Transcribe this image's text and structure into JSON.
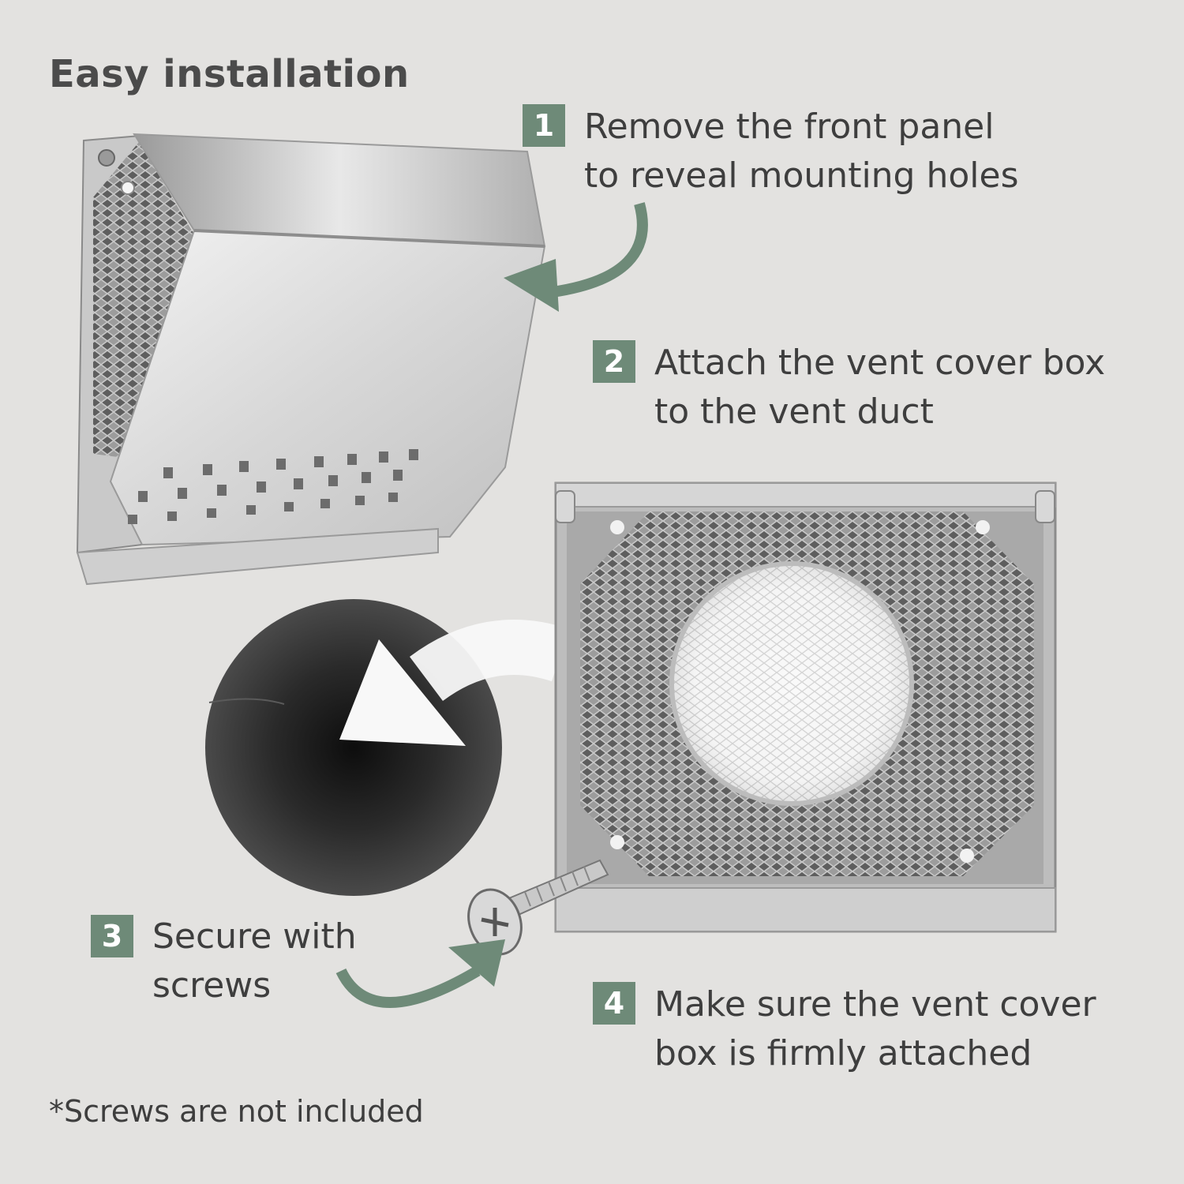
{
  "title": "Easy installation",
  "steps": [
    {
      "number": "1",
      "line1": "Remove the front panel",
      "line2": "to reveal mounting holes"
    },
    {
      "number": "2",
      "line1": "Attach the vent cover box",
      "line2": "to the vent duct"
    },
    {
      "number": "3",
      "line1": "Secure with",
      "line2": "screws"
    },
    {
      "number": "4",
      "line1": "Make sure the vent cover",
      "line2": "box is firmly attached"
    }
  ],
  "note": "*Screws are not included",
  "colors": {
    "background": "#e3e2e0",
    "accent": "#6e8a78",
    "text": "#3e3e3e"
  },
  "icons": [
    "vent-cover-closed-image",
    "vent-cover-open-image",
    "duct-hole-image",
    "screw-icon",
    "curved-arrow-icon"
  ]
}
